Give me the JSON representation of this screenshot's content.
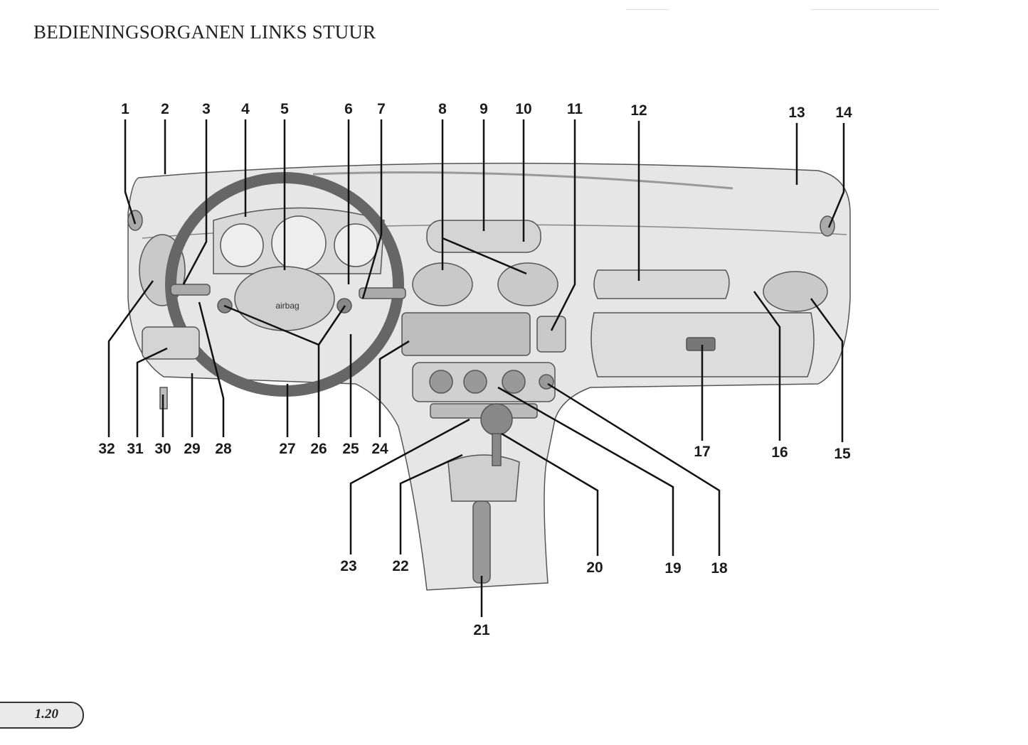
{
  "header": {
    "title": "BEDIENINGSORGANEN LINKS STUUR"
  },
  "figure": {
    "airbag_text": "airbag",
    "callouts": [
      "1",
      "2",
      "3",
      "4",
      "5",
      "6",
      "7",
      "8",
      "9",
      "10",
      "11",
      "12",
      "13",
      "14",
      "15",
      "16",
      "17",
      "18",
      "19",
      "20",
      "21",
      "22",
      "23",
      "24",
      "25",
      "26",
      "27",
      "28",
      "29",
      "30",
      "31",
      "32"
    ]
  },
  "footer": {
    "page_number": "1.20"
  }
}
